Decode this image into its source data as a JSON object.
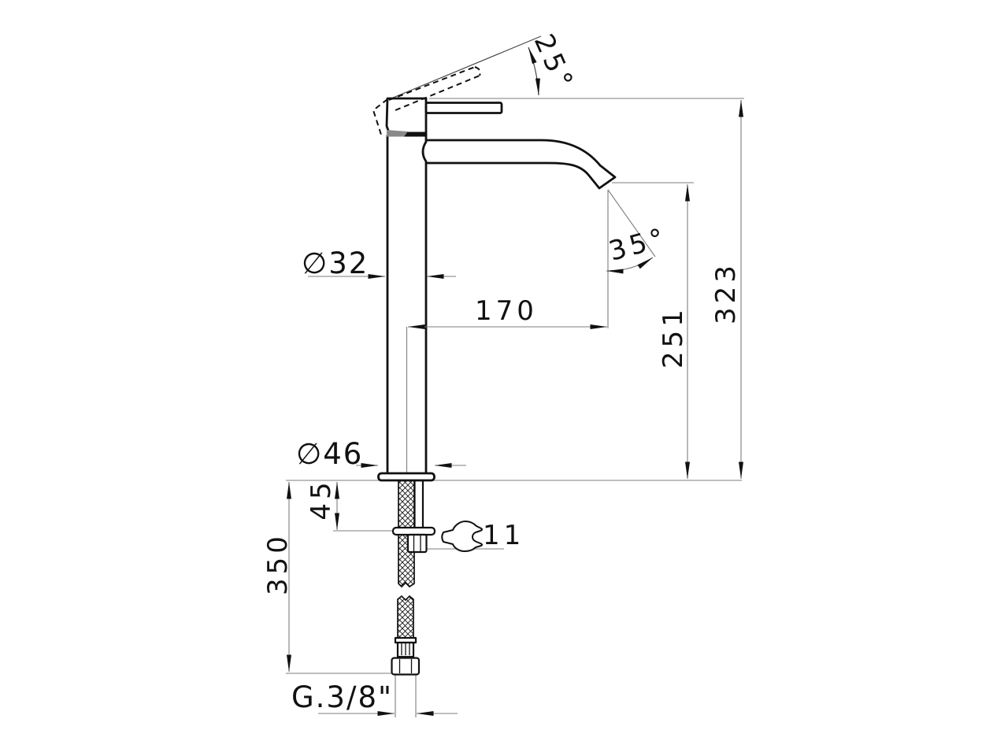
{
  "drawing": {
    "type": "technical-dimension-drawing",
    "subject": "single-lever tall basin mixer tap, side elevation with installation dimensions",
    "units": "mm",
    "labels": {
      "handle_opening_angle": "25°",
      "spout_outlet_angle": "35°",
      "body_diameter": "∅32",
      "spout_reach": "170",
      "outlet_height": "251",
      "total_height": "323",
      "base_diameter": "∅46",
      "underdeck_clearance": "45",
      "hose_drop_length": "350",
      "wrench_size": "11",
      "connection_thread": "G.3/8\""
    }
  }
}
